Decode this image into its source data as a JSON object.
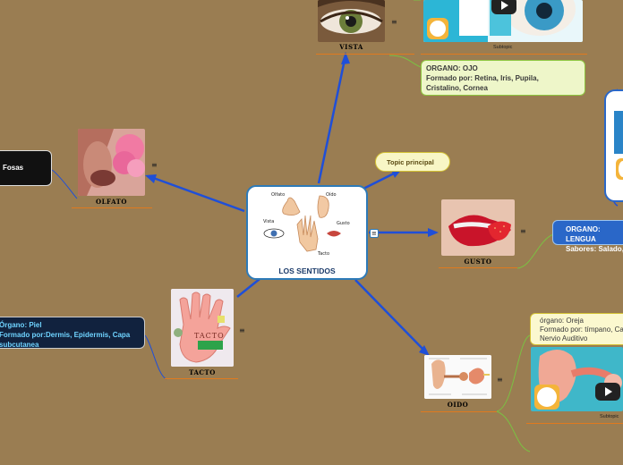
{
  "central": {
    "title": "LOS SENTIDOS",
    "labels": {
      "olfato": "Olfato",
      "oido": "Oído",
      "vista": "Vista",
      "gusto": "Gusto",
      "tacto": "Tacto"
    }
  },
  "branches": {
    "vista": {
      "caption": "VISTA",
      "info": {
        "line1": "ORGANO: OJO",
        "line2": "Formado por: Retina, Iris, Pupila,",
        "line3": "Cristalino, Cornea"
      },
      "subtopic": "Subtopic"
    },
    "olfato": {
      "caption": "OLFATO",
      "info": {
        "line1": "Fosas"
      }
    },
    "gusto": {
      "caption": "GUSTO",
      "info": {
        "line1": "ORGANO: LENGUA",
        "line2": "Sabores: Salado, ..."
      }
    },
    "tacto": {
      "caption": "TACTO",
      "info": {
        "line1": "Órgano: Piel",
        "line2": "Formado por:Dermis, Epidermis, Capa",
        "line3": "subcutanea"
      },
      "hand_text": "TACTO"
    },
    "oido": {
      "caption": "OIDO",
      "info": {
        "line1": "órgano: Oreja",
        "line2": "Formado por: tímpano, Ca...",
        "line3": "Nervio Auditivo"
      },
      "subtopic": "Subtopic"
    },
    "topic_principal": "Topic principal"
  },
  "menu_glyph": "≡",
  "colors": {
    "background": "#9a7d52",
    "connector": "#1f4fd8",
    "thin_connector": "#7bc142",
    "accent": "#e07a1e"
  }
}
